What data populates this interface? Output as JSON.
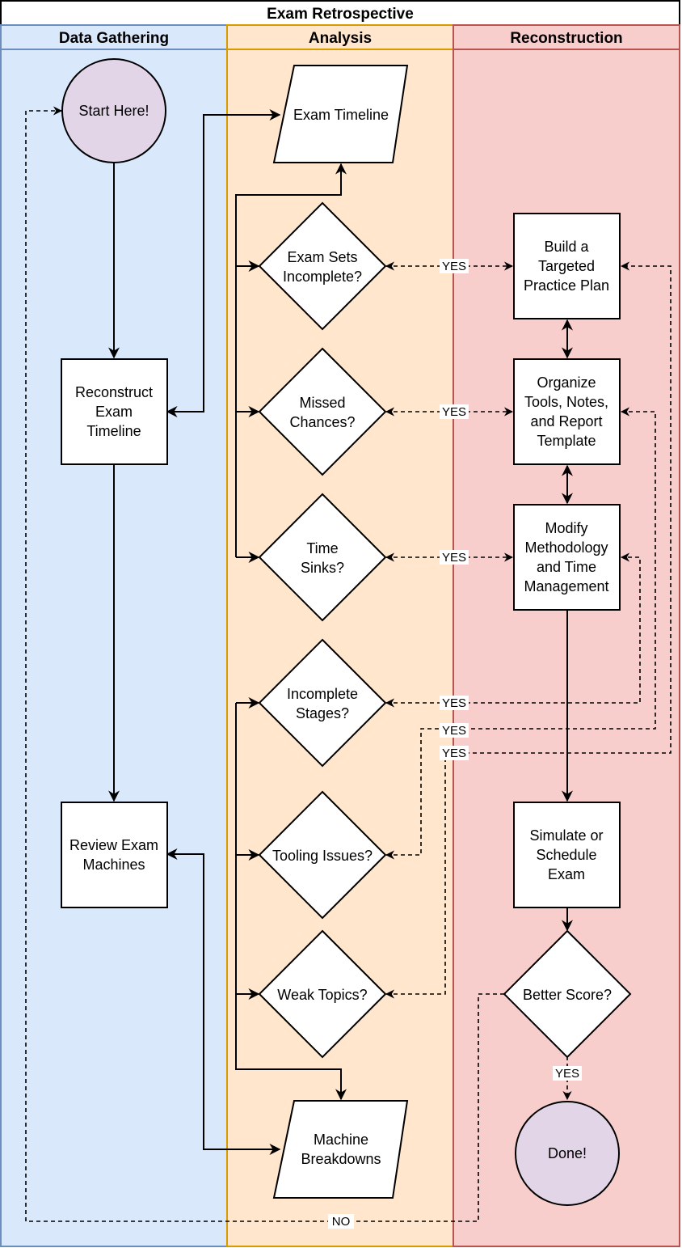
{
  "title": "Exam Retrospective",
  "lanes": {
    "data_gathering": "Data Gathering",
    "analysis": "Analysis",
    "reconstruction": "Reconstruction"
  },
  "colors": {
    "lane_blue_fill": "#dae8fc",
    "lane_blue_stroke": "#6c8ebf",
    "lane_orange_fill": "#ffe6cc",
    "lane_orange_stroke": "#d79b00",
    "lane_red_fill": "#f8cecc",
    "lane_red_stroke": "#b85450",
    "terminal_fill": "#e1d5e7"
  },
  "nodes": {
    "start": [
      "Start Here!"
    ],
    "reconstruct": [
      "Reconstruct",
      "Exam",
      "Timeline"
    ],
    "review": [
      "Review Exam",
      "Machines"
    ],
    "exam_timeline": [
      "Exam Timeline"
    ],
    "exam_sets": [
      "Exam Sets",
      "Incomplete?"
    ],
    "missed": [
      "Missed",
      "Chances?"
    ],
    "time_sinks": [
      "Time",
      "Sinks?"
    ],
    "incomplete_stages": [
      "Incomplete",
      "Stages?"
    ],
    "tooling": [
      "Tooling Issues?"
    ],
    "weak": [
      "Weak Topics?"
    ],
    "machine_breakdowns": [
      "Machine",
      "Breakdowns"
    ],
    "build_plan": [
      "Build a",
      "Targeted",
      "Practice Plan"
    ],
    "organize": [
      "Organize",
      "Tools, Notes,",
      "and Report",
      "Template"
    ],
    "modify": [
      "Modify",
      "Methodology",
      "and Time",
      "Management"
    ],
    "simulate": [
      "Simulate or",
      "Schedule",
      "Exam"
    ],
    "better_score": [
      "Better Score?"
    ],
    "done": [
      "Done!"
    ]
  },
  "edge_labels": {
    "yes": "YES",
    "no": "NO"
  }
}
